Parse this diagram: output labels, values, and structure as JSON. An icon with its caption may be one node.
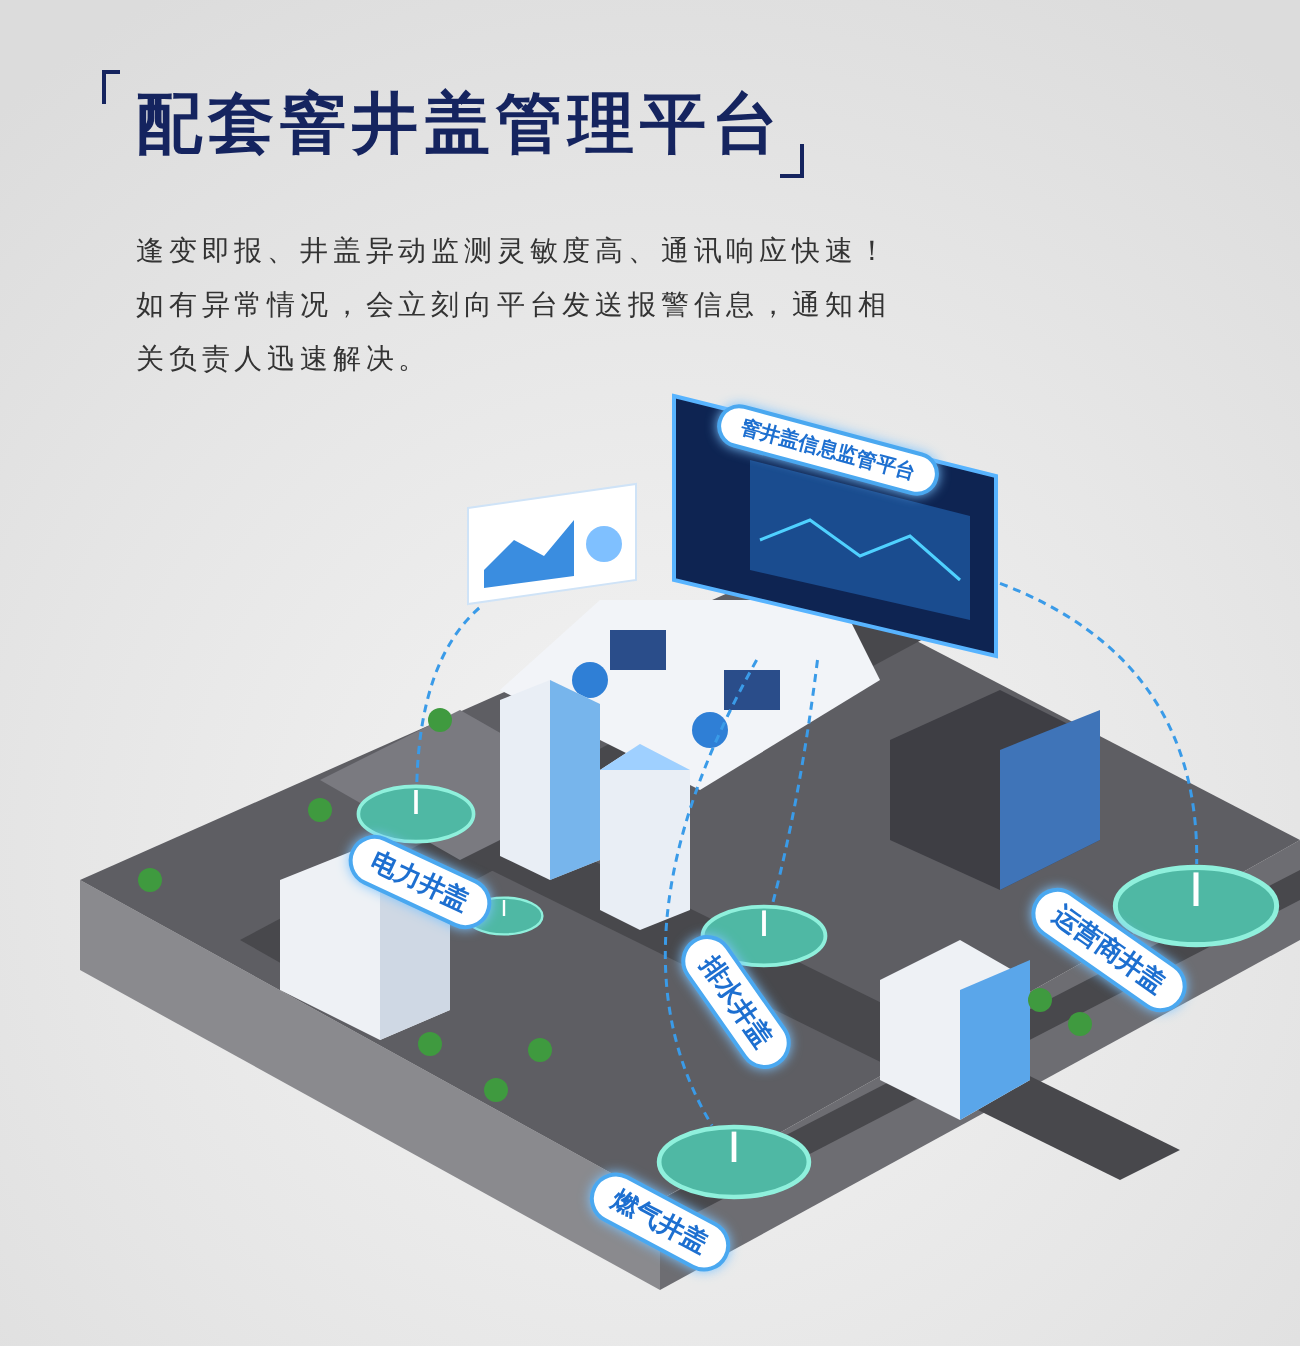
{
  "diagram": {
    "title": "配套窨井盖管理平台",
    "nodes": [
      {
        "text": [
          "窨井盖信息监管平台"
        ]
      },
      {
        "text": [],
        "shape": "picture"
      },
      {
        "text": [],
        "shape": "circle",
        "beside": [
          "电力井盖"
        ]
      },
      {
        "text": [],
        "shape": "circle"
      },
      {
        "text": [],
        "shape": "circle",
        "beside": [
          "排水井盖"
        ]
      },
      {
        "text": [],
        "shape": "circle",
        "beside": [
          "燃气井盖"
        ]
      },
      {
        "text": [],
        "shape": "circle",
        "beside": [
          "运营商井盖"
        ]
      }
    ],
    "edges": [
      {
        "from": 1,
        "to": 2,
        "arrow": "none",
        "style": "dashed"
      },
      {
        "from": 0,
        "to": 6,
        "arrow": "none",
        "style": "dashed"
      },
      {
        "from": 0,
        "to": 4,
        "arrow": "none",
        "style": "dashed"
      },
      {
        "from": 0,
        "to": 5,
        "arrow": "none",
        "style": "dashed"
      }
    ],
    "labels": [
      "逢变即报、井盖异动监测灵敏度高、通讯响应快速！如有异常情况，会立刻向平台发送报警信息，通知相关负责人迅速解决。"
    ]
  }
}
